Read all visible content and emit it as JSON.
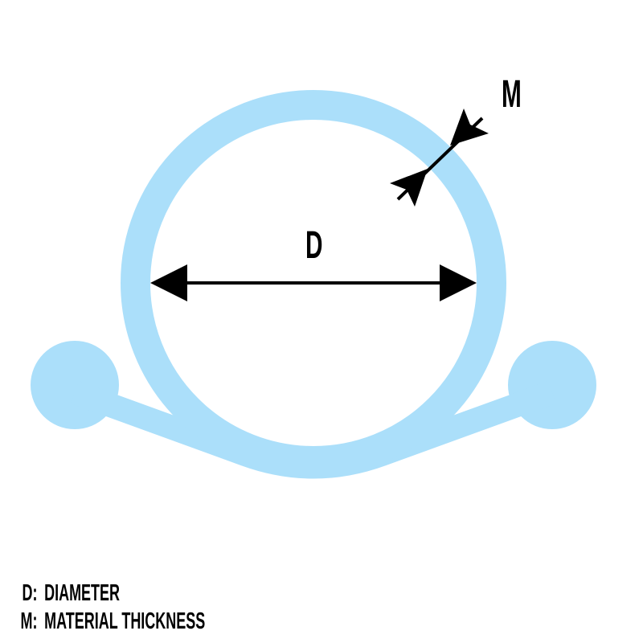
{
  "colors": {
    "ring": "#abdffa",
    "arrow": "#000000",
    "background": "#ffffff"
  },
  "labels": {
    "diameter_symbol": "D",
    "thickness_symbol": "M"
  },
  "legend": [
    {
      "key": "D:",
      "text": "DIAMETER"
    },
    {
      "key": "M:",
      "text": "MATERIAL THICKNESS"
    }
  ]
}
